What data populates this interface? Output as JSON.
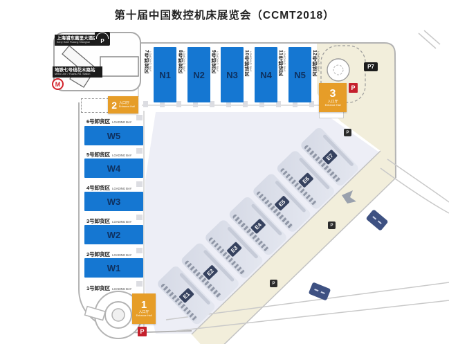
{
  "title": "第十届中国数控机床展览会（CCMT2018）",
  "landmarks": {
    "hotel_zh": "上海浦东嘉里大酒店",
    "hotel_en": "Kerry Hotel Pudong Shanghai",
    "metro_zh": "地铁七号线花木路站",
    "metro_en": "Metro Line 7 Huamu Rd. Station",
    "metro_logo_letter": "M"
  },
  "halls": {
    "north": [
      "N1",
      "N2",
      "N3",
      "N4",
      "N5"
    ],
    "west_top_to_bottom": [
      "W5",
      "W4",
      "W3",
      "W2",
      "W1"
    ],
    "east_left_to_right": [
      "E1",
      "E2",
      "E3",
      "E4",
      "E5",
      "E6",
      "E7"
    ]
  },
  "loading_bays": {
    "north": [
      {
        "zh": "7号卸货区",
        "en": "LOADING BAY"
      },
      {
        "zh": "8号卸货区",
        "en": "LOADING BAY"
      },
      {
        "zh": "9号卸货区",
        "en": "LOADING BAY"
      },
      {
        "zh": "10号卸货区",
        "en": "LOADING BAY"
      },
      {
        "zh": "11号卸货区",
        "en": "LOADING BAY"
      },
      {
        "zh": "12号卸货区",
        "en": "LOADING BAY"
      }
    ],
    "west_top_to_bottom": [
      {
        "zh": "6号卸货区",
        "en": "LOADING BAY"
      },
      {
        "zh": "5号卸货区",
        "en": "LOADING BAY"
      },
      {
        "zh": "4号卸货区",
        "en": "LOADING BAY"
      },
      {
        "zh": "3号卸货区",
        "en": "LOADING BAY"
      },
      {
        "zh": "2号卸货区",
        "en": "LOADING BAY"
      },
      {
        "zh": "1号卸货区",
        "en": "LOADING BAY"
      }
    ]
  },
  "entrances": [
    {
      "num": "1",
      "zh": "入口厅",
      "en": "Entrance Hall"
    },
    {
      "num": "2",
      "zh": "入口厅",
      "en": "Entrance Hall"
    },
    {
      "num": "3",
      "zh": "入口厅",
      "en": "Entrance Hall"
    }
  ],
  "parking": {
    "p7": "P7",
    "p": "P"
  },
  "colors": {
    "hall_blue": "#1577d2",
    "hall_text": "#0e3160",
    "entrance_orange": "#e69d28",
    "parking_red": "#c5202c",
    "badge_black": "#1c1c1c",
    "east_hall_fill": "#dce0ea",
    "east_badge_navy": "#36425f",
    "beige_road": "#f2eedb",
    "road_gray": "#c9c9c9",
    "tint": "#edeef6",
    "overpass_navy": "#3e5182"
  }
}
